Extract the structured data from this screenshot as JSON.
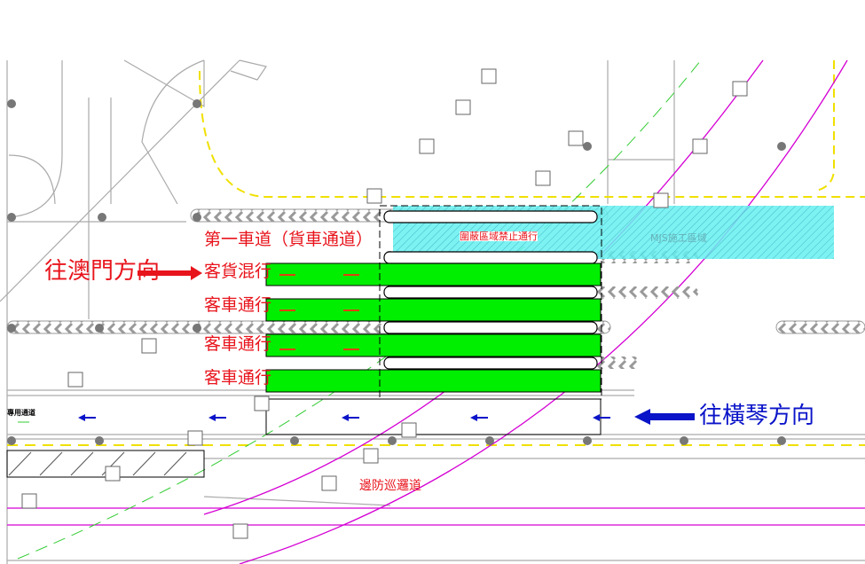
{
  "labels": {
    "lane_1": "第一車道（貨車通道）",
    "lane_2": "客貨混行",
    "lane_3": "客車通行",
    "lane_4": "客車通行",
    "lane_5": "客車通行",
    "to_macau": "往澳門方向",
    "to_hengqin": "往橫琴方向",
    "closed_zone": "圍蔽區域禁止通行",
    "construction_zone": "MJS施工區域",
    "patrol_road": "邊防巡邏道",
    "side_lane": "專用通道"
  },
  "colors": {
    "lane_green": "#00ee00",
    "closed_cyan": "#66f0f0",
    "label_red": "#e8141c",
    "arrow_blue": "#0a14c8",
    "magenta": "#d400d4",
    "yellow": "#f0e000"
  }
}
